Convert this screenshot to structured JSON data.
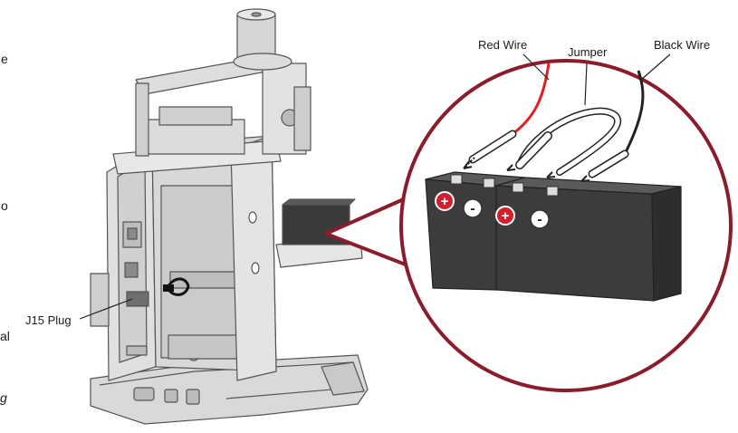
{
  "labels": {
    "red_wire": "Red Wire",
    "jumper": "Jumper",
    "black_wire": "Black Wire",
    "j15_plug": "J15 Plug"
  },
  "edge_fragments": [
    "e",
    "o",
    "al",
    "g"
  ],
  "terminal_signs": {
    "positive": "+",
    "negative": "-"
  },
  "colors": {
    "callout_ring": "#8b1c2c",
    "positive_terminal": "#d0202e",
    "red_wire": "#e02020",
    "battery_body": "#3c3c3c",
    "unit_body": "#d6d6d6"
  }
}
